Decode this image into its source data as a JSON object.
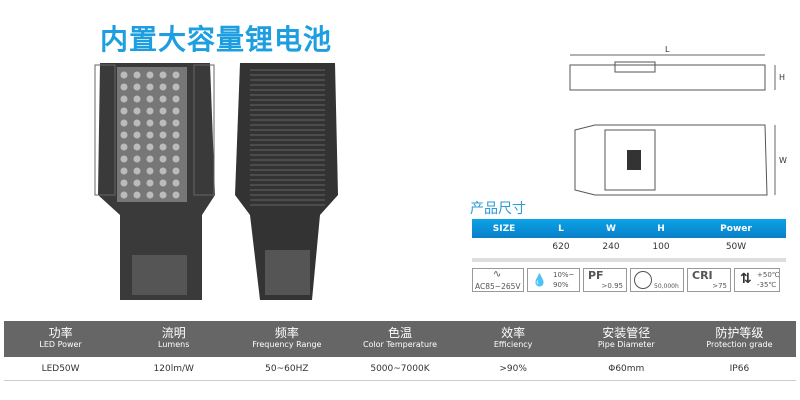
{
  "title": "内置大容量锂电池",
  "dimensions_title": "产品尺寸",
  "diagram_labels": {
    "L": "L",
    "H": "H",
    "W": "W"
  },
  "size_table": {
    "headers": [
      "SIZE",
      "L",
      "W",
      "H",
      "Power"
    ],
    "values": [
      "",
      "620",
      "240",
      "100",
      "50W"
    ]
  },
  "spec_icons": [
    {
      "name": "voltage",
      "text": "AC85~265V"
    },
    {
      "name": "humidity",
      "text1": "10%~",
      "text2": "90%"
    },
    {
      "name": "power-factor",
      "label": "PF",
      "text": ">0.95"
    },
    {
      "name": "lifetime",
      "text": "50,000h"
    },
    {
      "name": "cri",
      "label": "CRI",
      "text": ">75"
    },
    {
      "name": "temperature",
      "text1": "+50℃",
      "text2": "-35℃"
    }
  ],
  "spec_table": {
    "headers": [
      {
        "zh": "功率",
        "en": "LED Power"
      },
      {
        "zh": "流明",
        "en": "Lumens"
      },
      {
        "zh": "频率",
        "en": "Frequency Range"
      },
      {
        "zh": "色温",
        "en": "Color Temperature"
      },
      {
        "zh": "效率",
        "en": "Efficiency"
      },
      {
        "zh": "安装管径",
        "en": "Pipe Diameter"
      },
      {
        "zh": "防护等级",
        "en": "Protection grade"
      }
    ],
    "values": [
      "LED50W",
      "120lm/W",
      "50~60HZ",
      "5000~7000K",
      ">90%",
      "Φ60mm",
      "IP66"
    ]
  }
}
